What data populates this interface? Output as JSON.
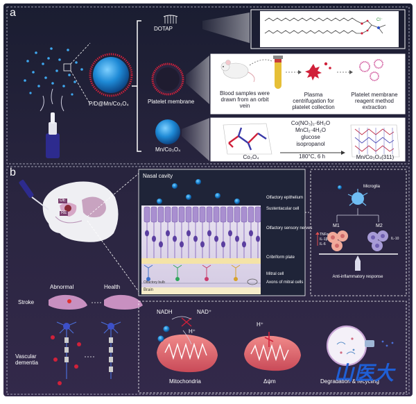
{
  "panel_a": {
    "letter": "a",
    "particle_label": "P/D@Mn/Co₃O₄",
    "rows": [
      {
        "name": "DOTAP"
      },
      {
        "name": "Platelet membrane",
        "steps": [
          "Blood samples were drawn from an orbit vein",
          "Plasma centrifugation for platelet collection",
          "Platelet membrane reagent method extraction"
        ]
      },
      {
        "name": "Mn/Co₃O₄",
        "reagents": [
          "Co(NO₃)₂·6H₂O",
          "MnCl₂·4H₂O",
          "glucose",
          "isopropanol"
        ],
        "conditions": "180°C,  6 h",
        "crystal_left": "Co₃O₄",
        "crystal_right": "Mn/Co₃O₄(311)"
      }
    ],
    "molecule_ion": "Cl⁻"
  },
  "panel_b": {
    "letter": "b",
    "head_labels": [
      "OE",
      "RE"
    ],
    "nasal": {
      "title": "Nasal cavity",
      "layers": [
        "Olfactory epithelium",
        "Sustentacular cell",
        "Olfactory sensory nerves",
        "Cribriform plate",
        "Mitral cell",
        "Axons of mitral cells"
      ],
      "bulb_label": "Olfactory bulb",
      "brain_label": "Brain"
    },
    "microglia": {
      "title": "Microglia",
      "m1": "M1",
      "m2": "M2",
      "m1_markers": [
        "TNFα",
        "IL-1β",
        "IL-6"
      ],
      "m2_markers": [
        "IL-10"
      ],
      "caption": "Anti-inflammatory response"
    },
    "disease": {
      "header_left": "Abnormal",
      "header_right": "Health",
      "rows": [
        "Stroke",
        "Vascular dementia"
      ]
    },
    "mito": {
      "nadh": "NADH",
      "nad": "NAD⁺",
      "h_plus": "H⁺",
      "h_plus_2": "H⁺",
      "captions": [
        "Mitochondria",
        "Δψm",
        "Degradation & recycling"
      ]
    }
  },
  "watermark": "山医大",
  "colors": {
    "background_top": "#1c1f33",
    "background_bottom": "#2b2740",
    "accent_blue": "#1e8ad6",
    "platelet_red": "#d0213a",
    "mito_pink": "#e0606e",
    "watermark_blue": "#1f5fd6"
  }
}
